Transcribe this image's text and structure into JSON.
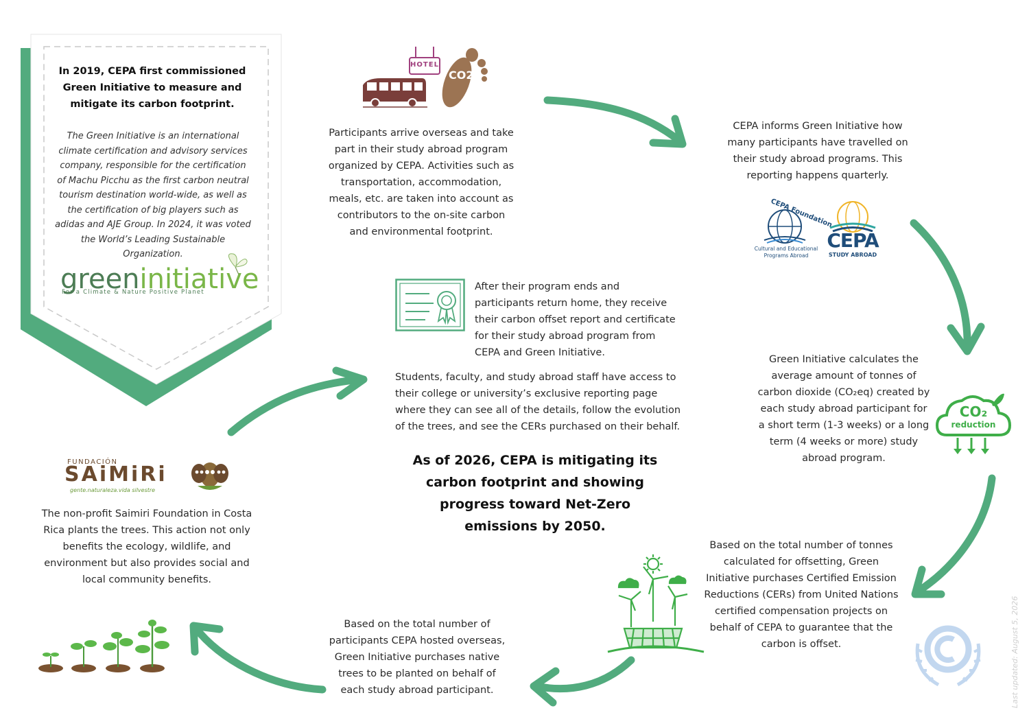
{
  "badge": {
    "title": "In 2019, CEPA first commissioned Green Initiative to measure and mitigate its carbon footprint.",
    "description": "The Green Initiative is an international climate certification and advisory services company, responsible for the certification of Machu Picchu as the first carbon neutral tourism destination world-wide, as well as the certification of big players such as adidas and AJE Group. In 2024, it was voted the World’s Leading Sustainable Organization.",
    "logo_text_part1": "green",
    "logo_text_part2": "initiative",
    "logo_tagline": "For a Climate & Nature Positive Planet"
  },
  "steps": {
    "arrive": {
      "text": "Participants arrive overseas and take part in their study abroad program organized by CEPA. Activities such as transportation, accommodation, meals, etc. are taken into account as contributors to the on-site carbon and environmental footprint.",
      "hotel_sign": "HOTEL",
      "footprint_label": "CO2"
    },
    "inform": {
      "text": "CEPA informs Green Initiative how many participants have travelled on their study abroad programs. This reporting happens quarterly.",
      "foundation_logo": "CEPA Foundation",
      "foundation_subtitle": "Cultural and Educational Programs Abroad",
      "cepa_logo": "CEPA",
      "cepa_subtitle": "STUDY ABROAD"
    },
    "calculate": {
      "text": "Green Initiative calculates the average amount of tonnes of carbon dioxide (CO₂eq) created by each study abroad participant for a short term (1-3 weeks) or a long term (4 weeks or more) study abroad program.",
      "icon_label_main": "CO₂",
      "icon_label_sub": "reduction"
    },
    "purchase_cers": {
      "text": "Based on the total number of tonnes calculated for offsetting, Green Initiative purchases Certified Emission Reductions (CERs) from United Nations certified compensation projects on behalf of CEPA to guarantee that the carbon is offset."
    },
    "purchase_trees": {
      "text": "Based on the total number of participants CEPA hosted overseas, Green Initiative purchases native trees to be planted on behalf of each study abroad participant."
    },
    "saimiri": {
      "text": "The non-profit Saimiri Foundation in Costa Rica plants the trees. This action not only benefits the ecology, wildlife, and environment but also provides social and local community benefits.",
      "logo_top": "FUNDACIÓN",
      "logo_main": "SAiMiRi",
      "logo_tagline": "gente.naturaleza.vida silvestre"
    },
    "certificate": {
      "text": "After their program ends and participants return home, they receive their carbon offset report and certificate for their study abroad program from CEPA and Green Initiative."
    },
    "reporting": {
      "text": "Students, faculty, and study abroad staff have access to their college or university’s exclusive reporting page where they can see all of the details, follow the evolution of the trees, and see the CERs purchased on their behalf."
    }
  },
  "central_message": "As of 2026, CEPA is mitigating its carbon footprint and showing progress toward Net-Zero emissions by 2050.",
  "last_updated": "Last updated: August 5, 2026",
  "colors": {
    "arrow_green": "#52ab7e",
    "badge_green": "#52ab7e",
    "bus_brown": "#7a3e3a",
    "footprint_brown": "#9c7453",
    "hotel_purple": "#a0407e",
    "cepa_navy": "#1f4d7a",
    "co2_green": "#3fae49",
    "un_blue": "#c2d7ef",
    "saimiri_brown": "#6b4a2e"
  }
}
